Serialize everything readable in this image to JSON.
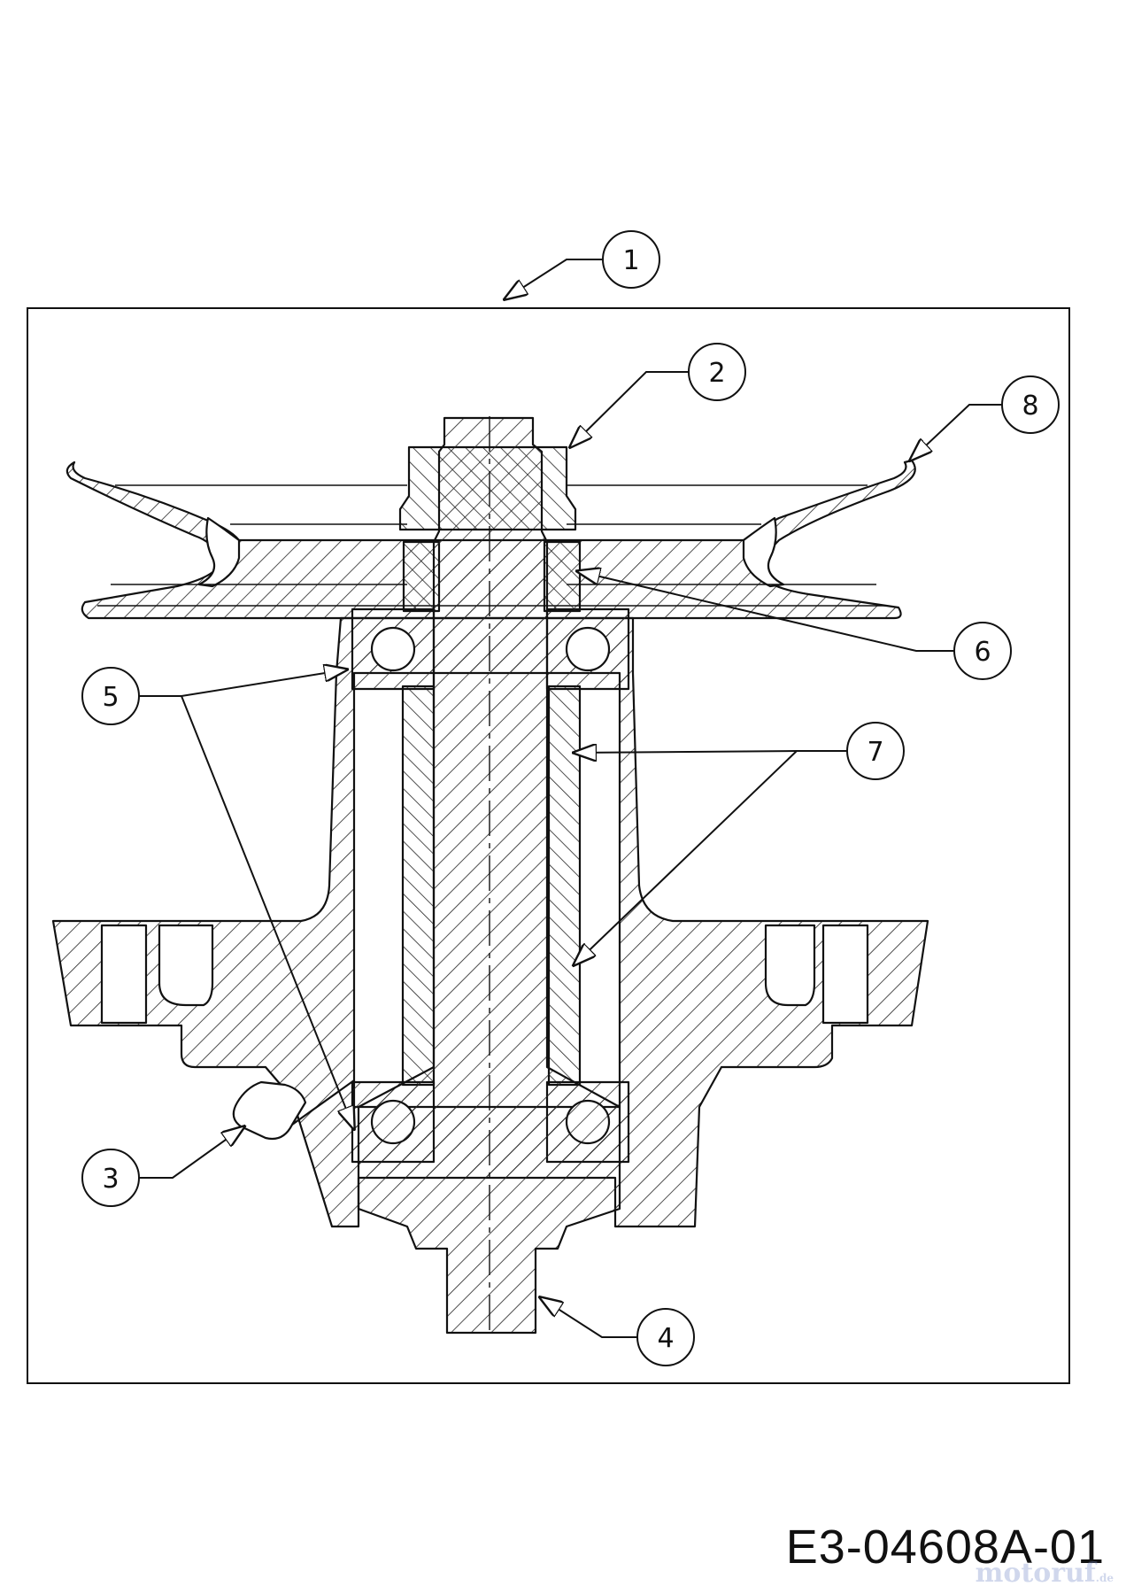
{
  "drawing_code": "E3-04608A-01",
  "watermark": {
    "name": "motoruf",
    "tld": ".de"
  },
  "callouts": [
    {
      "id": "callout-1",
      "label": "1"
    },
    {
      "id": "callout-2",
      "label": "2"
    },
    {
      "id": "callout-3",
      "label": "3"
    },
    {
      "id": "callout-4",
      "label": "4"
    },
    {
      "id": "callout-5",
      "label": "5"
    },
    {
      "id": "callout-6",
      "label": "6"
    },
    {
      "id": "callout-7",
      "label": "7"
    },
    {
      "id": "callout-8",
      "label": "8"
    }
  ]
}
